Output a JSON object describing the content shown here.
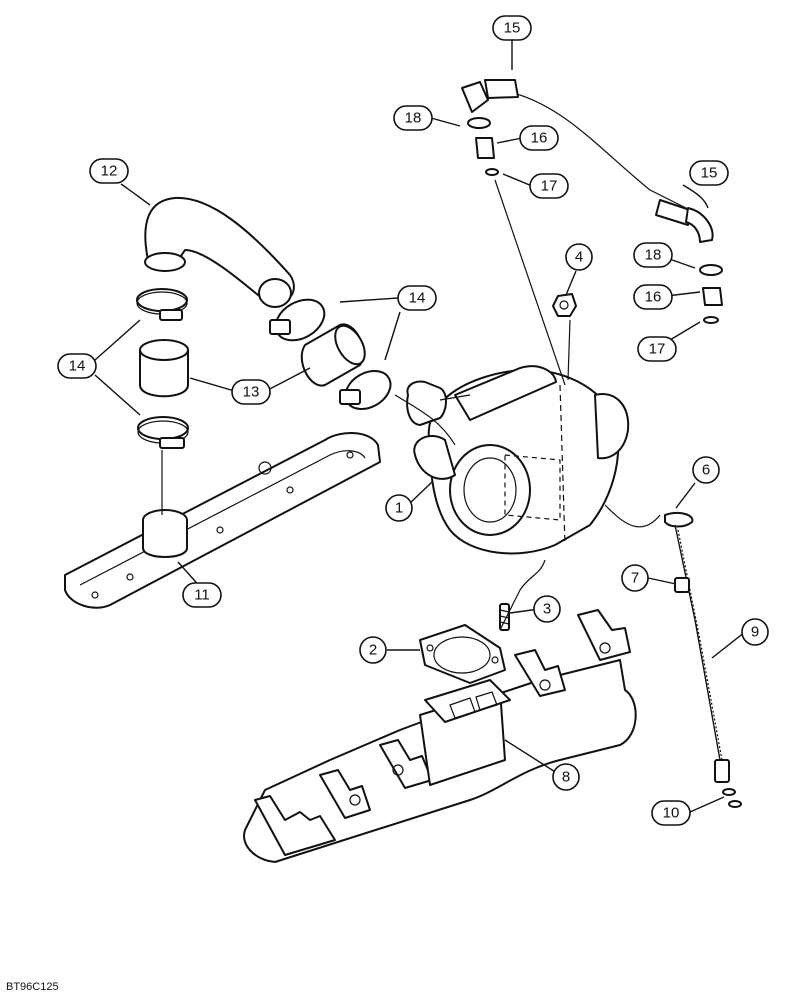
{
  "diagram": {
    "reference_code": "BT96C125",
    "callouts": [
      {
        "id": "c1",
        "label": "1"
      },
      {
        "id": "c2",
        "label": "2"
      },
      {
        "id": "c3",
        "label": "3"
      },
      {
        "id": "c4",
        "label": "4"
      },
      {
        "id": "c6",
        "label": "6"
      },
      {
        "id": "c7",
        "label": "7"
      },
      {
        "id": "c8",
        "label": "8"
      },
      {
        "id": "c9",
        "label": "9"
      },
      {
        "id": "c10",
        "label": "10"
      },
      {
        "id": "c11",
        "label": "11"
      },
      {
        "id": "c12",
        "label": "12"
      },
      {
        "id": "c13",
        "label": "13"
      },
      {
        "id": "c14a",
        "label": "14"
      },
      {
        "id": "c14b",
        "label": "14"
      },
      {
        "id": "c15a",
        "label": "15"
      },
      {
        "id": "c15b",
        "label": "15"
      },
      {
        "id": "c16a",
        "label": "16"
      },
      {
        "id": "c16b",
        "label": "16"
      },
      {
        "id": "c17a",
        "label": "17"
      },
      {
        "id": "c17b",
        "label": "17"
      },
      {
        "id": "c18a",
        "label": "18"
      },
      {
        "id": "c18b",
        "label": "18"
      }
    ]
  }
}
